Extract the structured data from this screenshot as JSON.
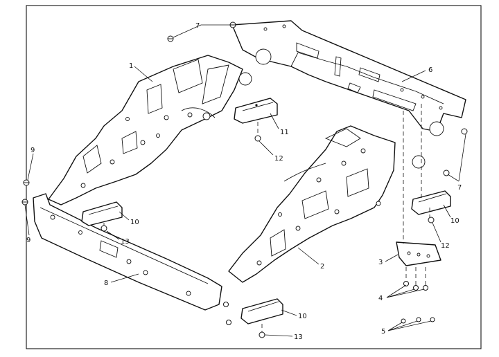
{
  "callouts": {
    "n1": "1",
    "n2": "2",
    "n3": "3",
    "n4": "4",
    "n5": "5",
    "n6": "6",
    "n7a": "7",
    "n7b": "7",
    "n8": "8",
    "n9a": "9",
    "n9b": "9",
    "n10a": "10",
    "n10b": "10",
    "n10c": "10",
    "n11": "11",
    "n12a": "12",
    "n12b": "12",
    "n13a": "13",
    "n13b": "13"
  }
}
